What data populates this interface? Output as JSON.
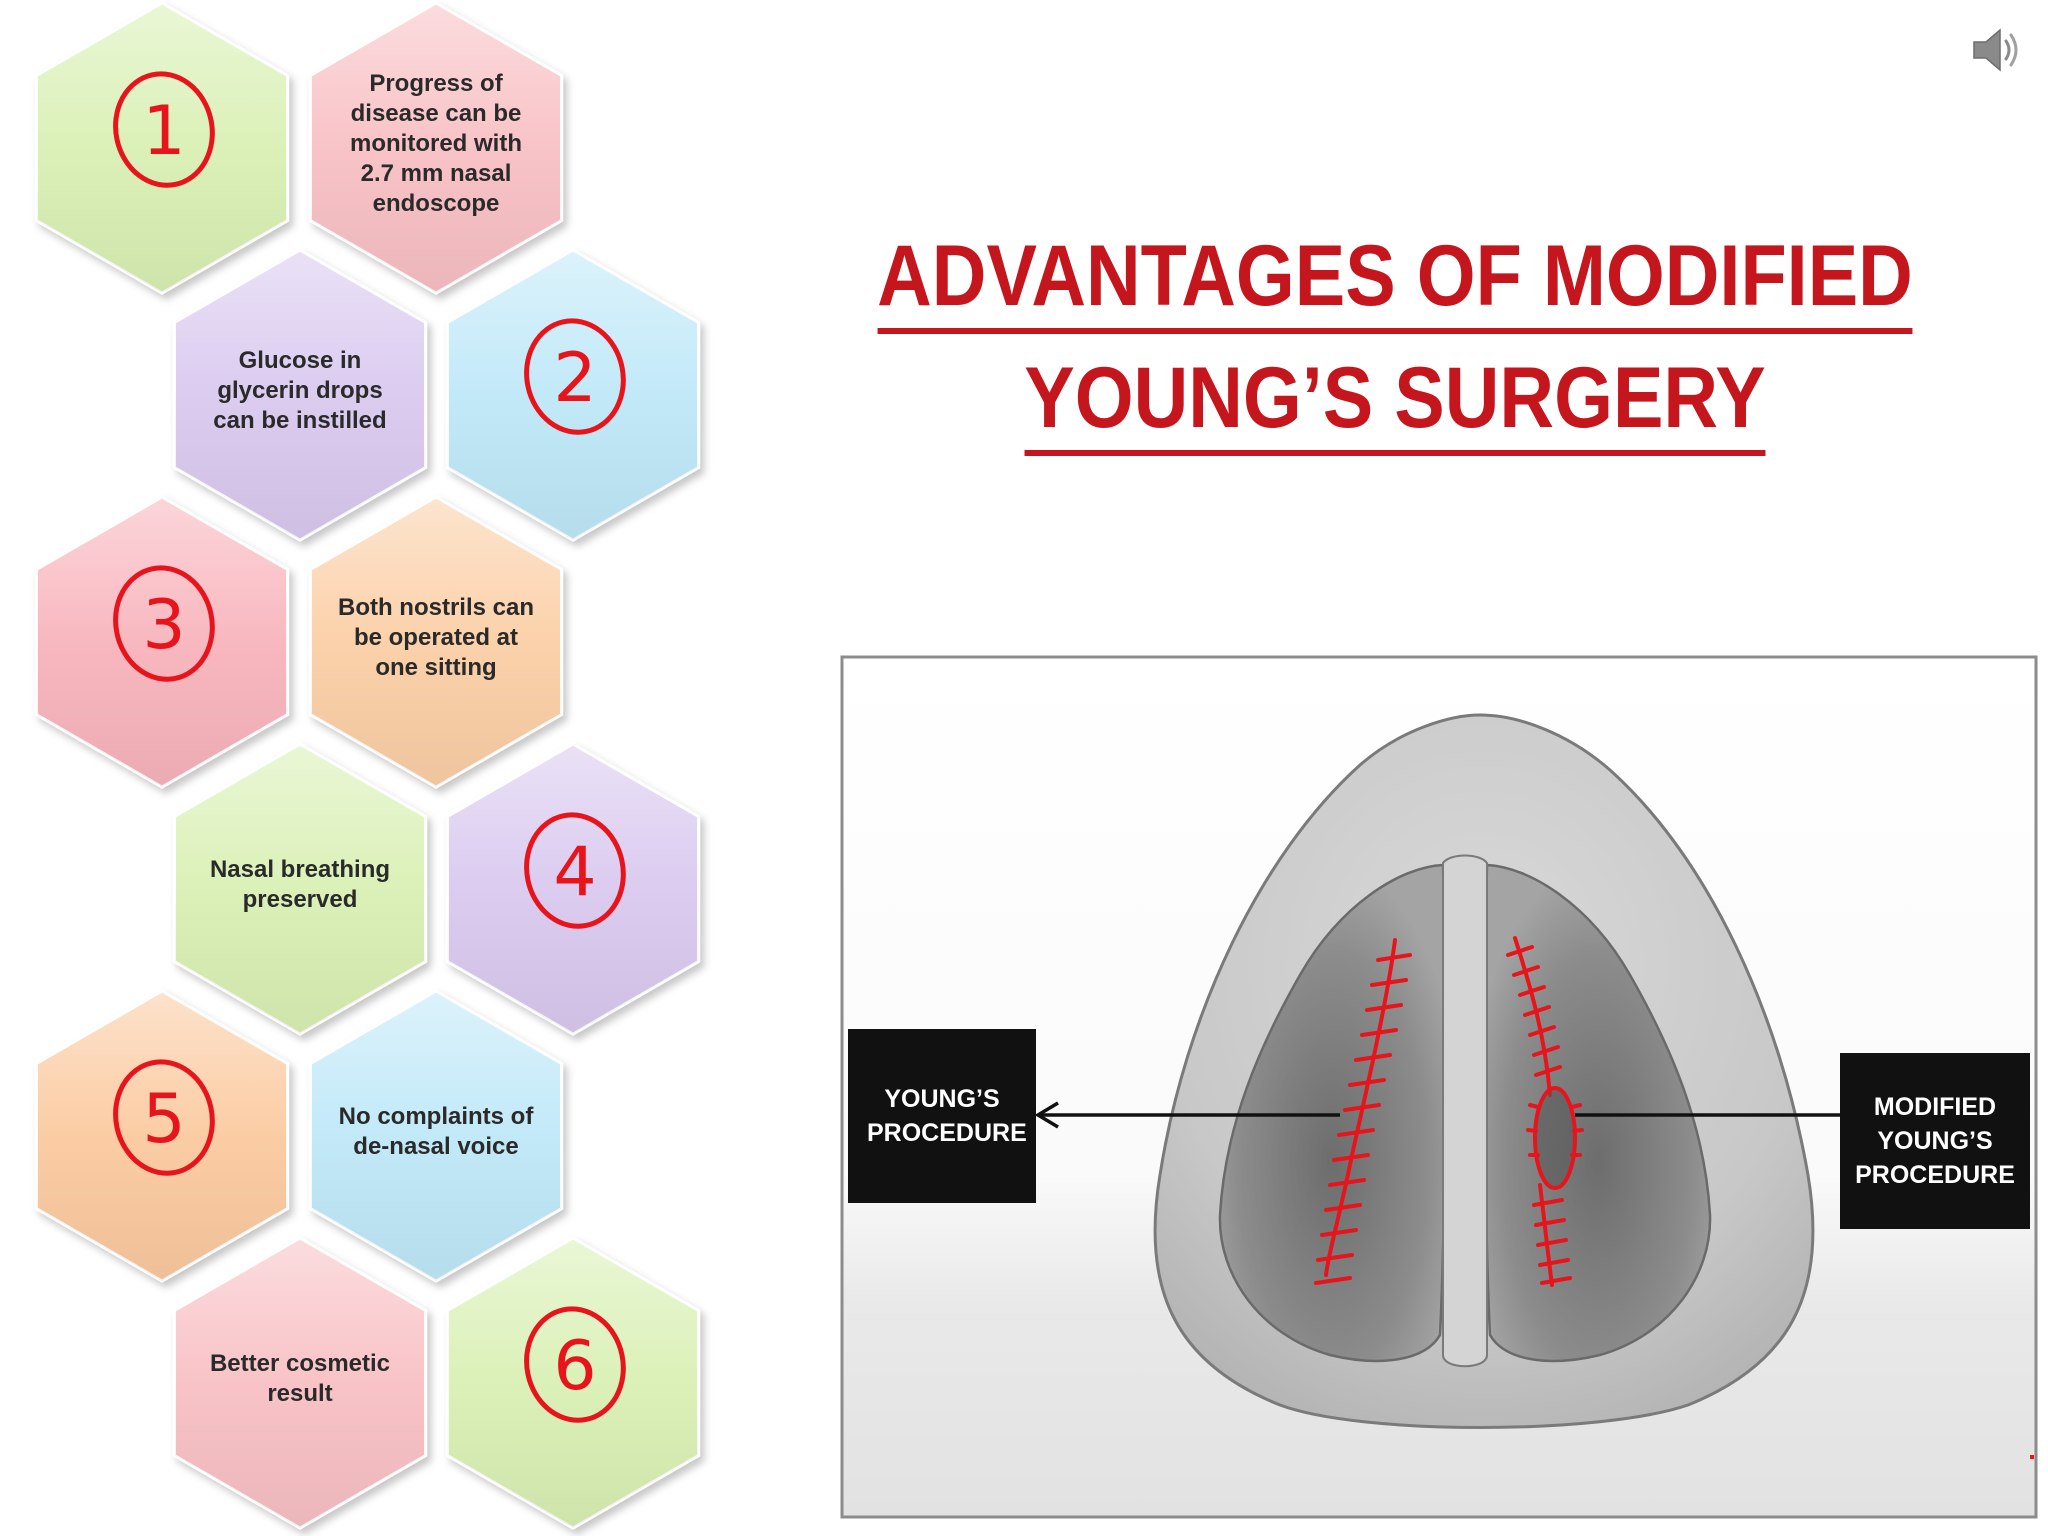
{
  "slide": {
    "title_line1": "ADVANTAGES OF MODIFIED",
    "title_line2": "YOUNG’S SURGERY"
  },
  "hexagons": [
    {
      "text": "",
      "marker": "1",
      "fill": "#d9f0b4"
    },
    {
      "text": "Progress of disease can be monitored with 2.7 mm nasal endoscope",
      "marker": "",
      "fill": "#f8c0c4"
    },
    {
      "text": "Glucose in glycerin drops can be instilled",
      "marker": "",
      "fill": "#d9c9ef"
    },
    {
      "text": "",
      "marker": "2",
      "fill": "#bfe8f8"
    },
    {
      "text": "",
      "marker": "3",
      "fill": "#f8b4bc"
    },
    {
      "text": "Both nostrils can be operated at one sitting",
      "marker": "",
      "fill": "#fbcfa6"
    },
    {
      "text": "Nasal breathing preserved",
      "marker": "",
      "fill": "#d9f0b4"
    },
    {
      "text": "",
      "marker": "4",
      "fill": "#d9c9ef"
    },
    {
      "text": "",
      "marker": "5",
      "fill": "#fbcaa0"
    },
    {
      "text": "No complaints of de-nasal voice",
      "marker": "",
      "fill": "#bfe8f8"
    },
    {
      "text": "Better cosmetic result",
      "marker": "",
      "fill": "#f8c0c4"
    },
    {
      "text": "",
      "marker": "6",
      "fill": "#d9f0b4"
    }
  ],
  "diagram": {
    "left_label": "YOUNG’S PROCEDURE",
    "right_label": "MODIFIED YOUNG’S PROCEDURE"
  },
  "colors": {
    "accent": "#c4161c",
    "annotation": "#e8141c"
  },
  "icons": {
    "speaker": "speaker-icon"
  }
}
